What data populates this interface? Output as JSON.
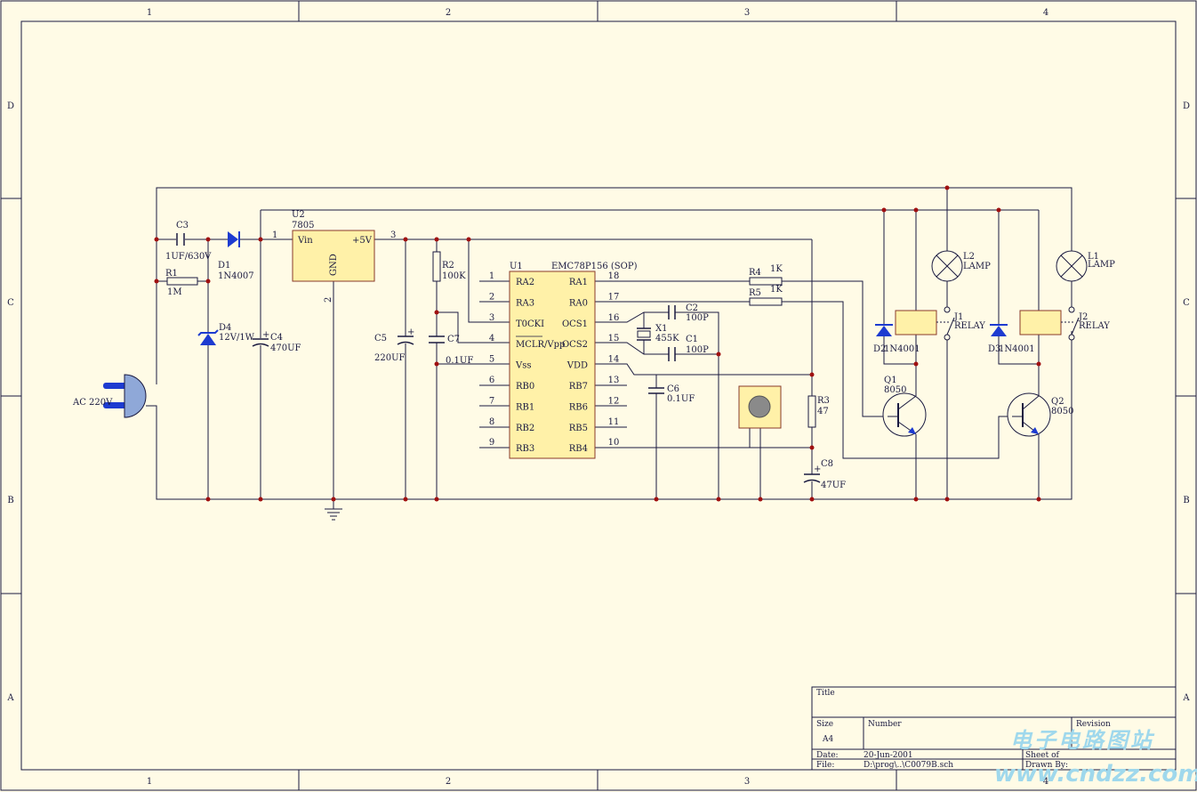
{
  "frame": {
    "columns": [
      "1",
      "2",
      "3",
      "4"
    ],
    "rows": [
      "D",
      "C",
      "B",
      "A"
    ]
  },
  "colors": {
    "background": "#fffbe6",
    "wire": "#1a1a40",
    "component_fill": "#fff1a8",
    "component_stroke": "#8a3a2a",
    "diode_fill": "#1d3bd0",
    "junction": "#a01010",
    "watermark": "#9fd8ec"
  },
  "components": {
    "u1": {
      "ref": "U1",
      "part": "EMC78P156 (SOP)"
    },
    "u2": {
      "ref": "U2",
      "part": "7805",
      "vin": "Vin",
      "vout": "+5V",
      "gnd": "GND",
      "pin1": "1",
      "pin2": "2",
      "pin3": "3"
    },
    "c1": {
      "ref": "C1",
      "value": "100P"
    },
    "c2": {
      "ref": "C2",
      "value": "100P"
    },
    "c3": {
      "ref": "C3",
      "value": "1UF/630V"
    },
    "c4": {
      "ref": "C4",
      "value": "470UF"
    },
    "c5": {
      "ref": "C5",
      "value": "220UF"
    },
    "c6": {
      "ref": "C6",
      "value": "0.1UF"
    },
    "c7": {
      "ref": "C7",
      "value": "0.1UF"
    },
    "c8": {
      "ref": "C8",
      "value": "47UF"
    },
    "r1": {
      "ref": "R1",
      "value": "1M"
    },
    "r2": {
      "ref": "R2",
      "value": "100K"
    },
    "r3": {
      "ref": "R3",
      "value": "47"
    },
    "r4": {
      "ref": "R4",
      "value": "1K"
    },
    "r5": {
      "ref": "R5",
      "value": "1K"
    },
    "d1": {
      "ref": "D1",
      "value": "1N4007"
    },
    "d2": {
      "ref": "D2",
      "value": "1N4001"
    },
    "d3": {
      "ref": "D3",
      "value": "1N4001"
    },
    "d4": {
      "ref": "D4",
      "value": "12V/1W"
    },
    "x1": {
      "ref": "X1",
      "value": "455K"
    },
    "q1": {
      "ref": "Q1",
      "value": "8050"
    },
    "q2": {
      "ref": "Q2",
      "value": "8050"
    },
    "l1": {
      "ref": "L1",
      "value": "LAMP"
    },
    "l2": {
      "ref": "L2",
      "value": "LAMP"
    },
    "j1": {
      "ref": "J1",
      "value": "RELAY"
    },
    "j2": {
      "ref": "J2",
      "value": "RELAY"
    },
    "ac": {
      "label": "AC 220V"
    }
  },
  "u1_pins_left": [
    {
      "num": "1",
      "name": "RA2"
    },
    {
      "num": "2",
      "name": "RA3"
    },
    {
      "num": "3",
      "name": "T0CKI"
    },
    {
      "num": "4",
      "name": "MCLR/Vpp"
    },
    {
      "num": "5",
      "name": "Vss"
    },
    {
      "num": "6",
      "name": "RB0"
    },
    {
      "num": "7",
      "name": "RB1"
    },
    {
      "num": "8",
      "name": "RB2"
    },
    {
      "num": "9",
      "name": "RB3"
    }
  ],
  "u1_pins_right": [
    {
      "num": "18",
      "name": "RA1"
    },
    {
      "num": "17",
      "name": "RA0"
    },
    {
      "num": "16",
      "name": "OCS1"
    },
    {
      "num": "15",
      "name": "OCS2"
    },
    {
      "num": "14",
      "name": "VDD"
    },
    {
      "num": "13",
      "name": "RB7"
    },
    {
      "num": "12",
      "name": "RB6"
    },
    {
      "num": "11",
      "name": "RB5"
    },
    {
      "num": "10",
      "name": "RB4"
    }
  ],
  "title_block": {
    "title_label": "Title",
    "size_label": "Size",
    "size_value": "A4",
    "number_label": "Number",
    "revision_label": "Revision",
    "date_label": "Date:",
    "date_value": "20-Jun-2001",
    "file_label": "File:",
    "file_value": "D:\\prog\\..\\C0079B.sch",
    "sheet_label": "Sheet   of",
    "drawn_label": "Drawn By:"
  },
  "watermark": {
    "cn": "电子电路图站",
    "url": "www.cndzz.com"
  }
}
